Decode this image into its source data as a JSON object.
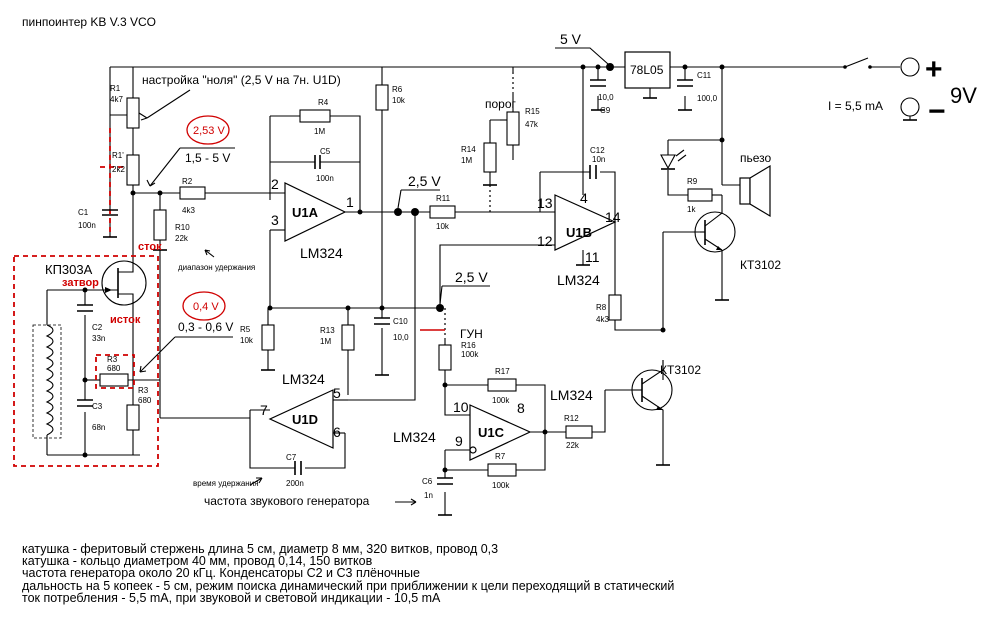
{
  "title": "пинпоинтер   KB V.3 VCO",
  "labels": {
    "null_setting": "настройка \"ноля\" (2,5 V на 7н. U1D)",
    "v253": "2,53 V",
    "range_15_5": "1,5 - 5 V",
    "v04": "0,4 V",
    "range_03_06": "0,3 - 0,6 V",
    "hold_range": "диапазон удержания",
    "hold_time": "время удержания",
    "sound_freq": "частота звукового генератора",
    "porog": "порог",
    "gun": "ГУН",
    "v5": "5 V",
    "v25a": "2,5 V",
    "v25b": "2,5 V",
    "current": "I = 5,5 mA",
    "v9": "9V",
    "plus": "+",
    "minus": "−",
    "piezo": "пьезо",
    "fet": "КП303А",
    "gate": "затвор",
    "drain": "сток",
    "source": "исток",
    "kt1": "КТ3102",
    "kt2": "КТ3102",
    "reg": "78L05",
    "lm_a": "LM324",
    "lm_b": "LM324",
    "lm_c": "LM324",
    "lm_d": "LM324",
    "u1a": "U1A",
    "u1b": "U1B",
    "u1c": "U1C",
    "u1d": "U1D"
  },
  "pins": {
    "p1": "1",
    "p2": "2",
    "p3": "3",
    "p4": "4",
    "p5": "5",
    "p6": "6",
    "p7": "7",
    "p8": "8",
    "p9": "9",
    "p10": "10",
    "p11": "11",
    "p12": "12",
    "p13": "13",
    "p14": "14"
  },
  "components": {
    "R1": {
      "name": "R1",
      "value": "4k7"
    },
    "R1p": {
      "name": "R1'",
      "value": "2k2"
    },
    "R2": {
      "name": "R2",
      "value": "4k3"
    },
    "R3": {
      "name": "R3",
      "value": "680"
    },
    "R3b": {
      "name": "R3",
      "value": "680"
    },
    "R4": {
      "name": "R4",
      "value": "1M"
    },
    "R5": {
      "name": "R5",
      "value": "10k"
    },
    "R6": {
      "name": "R6",
      "value": "10k"
    },
    "R7": {
      "name": "R7",
      "value": "100k"
    },
    "R8": {
      "name": "R8",
      "value": "4k3"
    },
    "R9": {
      "name": "R9",
      "value": "1k"
    },
    "R10": {
      "name": "R10",
      "value": "22k"
    },
    "R11": {
      "name": "R11",
      "value": "10k"
    },
    "R12": {
      "name": "R12",
      "value": "22k"
    },
    "R13": {
      "name": "R13",
      "value": "1M"
    },
    "R14": {
      "name": "R14",
      "value": "1M"
    },
    "R15": {
      "name": "R15",
      "value": "47k"
    },
    "R16": {
      "name": "R16",
      "value": "100k"
    },
    "R17": {
      "name": "R17",
      "value": "100k"
    },
    "C1": {
      "name": "C1",
      "value": "100n"
    },
    "C2": {
      "name": "C2",
      "value": "33n"
    },
    "C3": {
      "name": "C3",
      "value": "68n"
    },
    "C5": {
      "name": "C5",
      "value": "100n"
    },
    "C6": {
      "name": "C6",
      "value": "1n"
    },
    "C7": {
      "name": "C7",
      "value": "200n"
    },
    "C9": {
      "name": "C9",
      "value": "10,0"
    },
    "C10": {
      "name": "C10",
      "value": "10,0"
    },
    "C11": {
      "name": "C11",
      "value": "100,0"
    },
    "C12": {
      "name": "C12",
      "value": "10n"
    }
  },
  "notes": [
    "катушка - феритовый стержень длина 5 см, диаметр 8 мм, 320 витков, провод 0,3",
    "катушка - кольцо диаметром 40 мм, провод 0,14, 150 витков",
    "частота генератора около 20 кГц. Конденсаторы С2 и С3 плёночные",
    "дальность на 5 копеек - 5 см, режим поиска динамический при приближении к цели переходящий в статический",
    "ток потребления - 5,5 mA, при звуковой и световой индикации - 10,5 mA"
  ]
}
